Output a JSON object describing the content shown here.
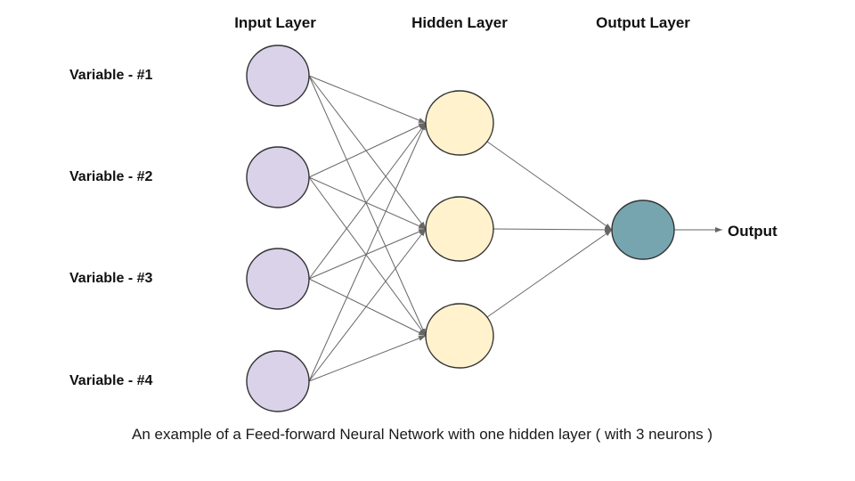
{
  "diagram": {
    "headers": {
      "input": "Input Layer",
      "hidden": "Hidden Layer",
      "output": "Output Layer"
    },
    "input_labels": [
      "Variable - #1",
      "Variable - #2",
      "Variable - #3",
      "Variable - #4"
    ],
    "output_label": "Output",
    "caption": "An example of a Feed-forward Neural Network with one hidden layer ( with 3 neurons )",
    "colors": {
      "input_fill": "#d9d2e9",
      "hidden_fill": "#fff2cc",
      "output_fill": "#76a5af",
      "edge": "#666666"
    }
  }
}
